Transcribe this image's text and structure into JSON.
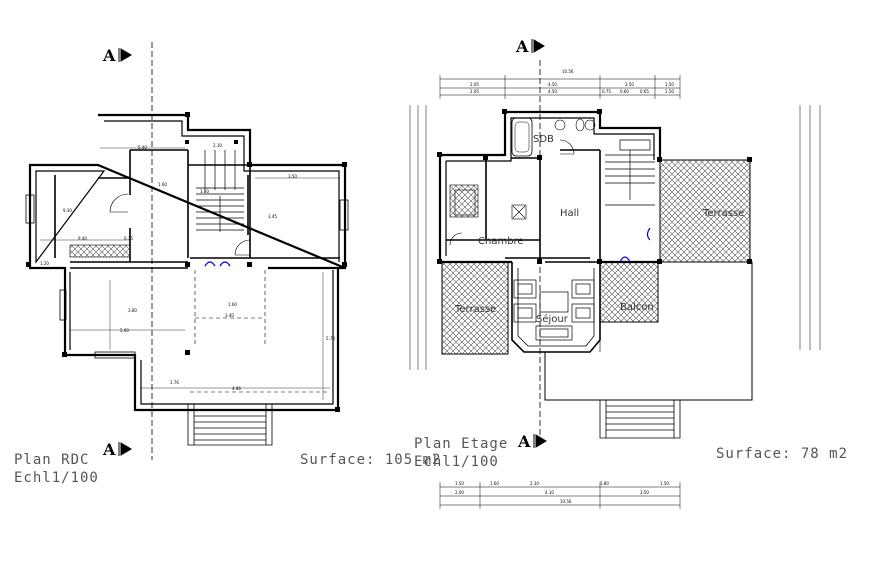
{
  "plans": {
    "rdc": {
      "title": "Plan  RDC",
      "scale": "Echl1/100",
      "surface": "Surface: 105 m2"
    },
    "etage": {
      "title": "Plan Etage",
      "scale": "Echl1/100",
      "surface": "Surface: 78 m2",
      "rooms": {
        "sdb": "SDB",
        "hall": "Hall",
        "chambre": "Chambre",
        "sejour": "Séjour",
        "terrasse_left": "Terrasse",
        "terrasse_right": "Terrasse",
        "balcon": "Balcon"
      }
    }
  },
  "section_markers": [
    "A",
    "A",
    "A",
    "A"
  ],
  "dimension_labels": {
    "rdc": [
      "1.60",
      "2.10",
      "5.40",
      "3.50",
      "1.20",
      "9.40",
      "0.35",
      "3.80",
      "5.00",
      "3.40",
      "4.86",
      "3.45",
      "5.70",
      "9.30",
      "1.76",
      "3.80",
      "1.60"
    ],
    "etage_top_row1": [
      "2.05",
      "4.50",
      "2.50",
      "1.50"
    ],
    "etage_top_row2": [
      "2.05",
      "4.50",
      "0.75",
      "0.60",
      "0.65",
      "1.50"
    ],
    "etage_top_total": "10.56",
    "etage_bottom_row1": [
      "1.50",
      "1.60",
      "2.10",
      "1.80",
      "1.50"
    ],
    "etage_bottom_row2": [
      "2.00",
      "4.10",
      "3.50"
    ],
    "etage_bottom_total": "10.56"
  }
}
